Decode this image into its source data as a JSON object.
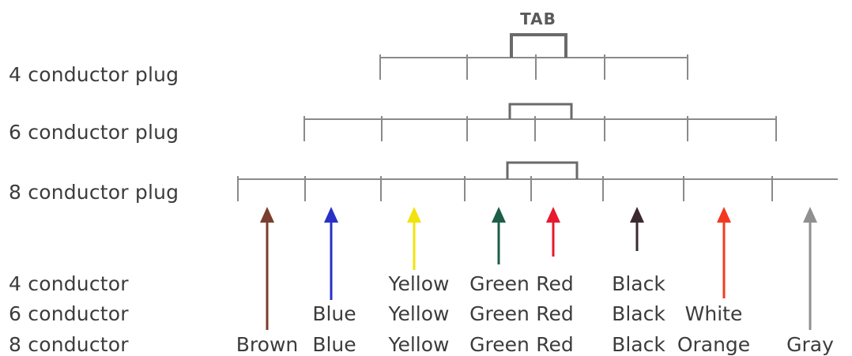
{
  "tab_label": "TAB",
  "plugs": [
    {
      "label": "4 conductor plug",
      "pin_count": 4
    },
    {
      "label": "6 conductor plug",
      "pin_count": 6
    },
    {
      "label": "8 conductor plug",
      "pin_count": 8
    }
  ],
  "conductor_rows": [
    {
      "label": "4 conductor",
      "wires": [
        "",
        "",
        "Yellow",
        "Green",
        "Red",
        "Black",
        "",
        ""
      ]
    },
    {
      "label": "6 conductor",
      "wires": [
        "",
        "Blue",
        "Yellow",
        "Green",
        "Red",
        "Black",
        "White",
        ""
      ]
    },
    {
      "label": "8 conductor",
      "wires": [
        "Brown",
        "Blue",
        "Yellow",
        "Green",
        "Red",
        "Black",
        "Orange",
        "Gray"
      ]
    }
  ],
  "arrows": [
    {
      "name": "brown",
      "color": "#7a3e2e"
    },
    {
      "name": "blue",
      "color": "#2830c8"
    },
    {
      "name": "yellow",
      "color": "#f2e20e"
    },
    {
      "name": "green",
      "color": "#1d5e48"
    },
    {
      "name": "red",
      "color": "#e8182e"
    },
    {
      "name": "black",
      "color": "#3a2a30"
    },
    {
      "name": "orange-red",
      "color": "#f23a22"
    },
    {
      "name": "gray",
      "color": "#909090"
    }
  ]
}
